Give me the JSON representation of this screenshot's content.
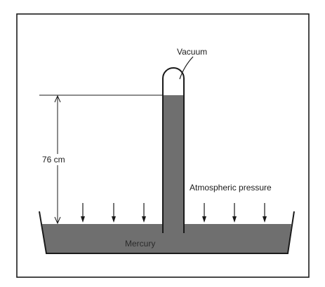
{
  "labels": {
    "vacuum": "Vacuum",
    "height": "76 cm",
    "atmospheric_pressure": "Atmospheric pressure",
    "mercury": "Mercury"
  },
  "colors": {
    "mercury": "#6f6f6f",
    "outline": "#1a1a1a",
    "background": "#ffffff"
  }
}
